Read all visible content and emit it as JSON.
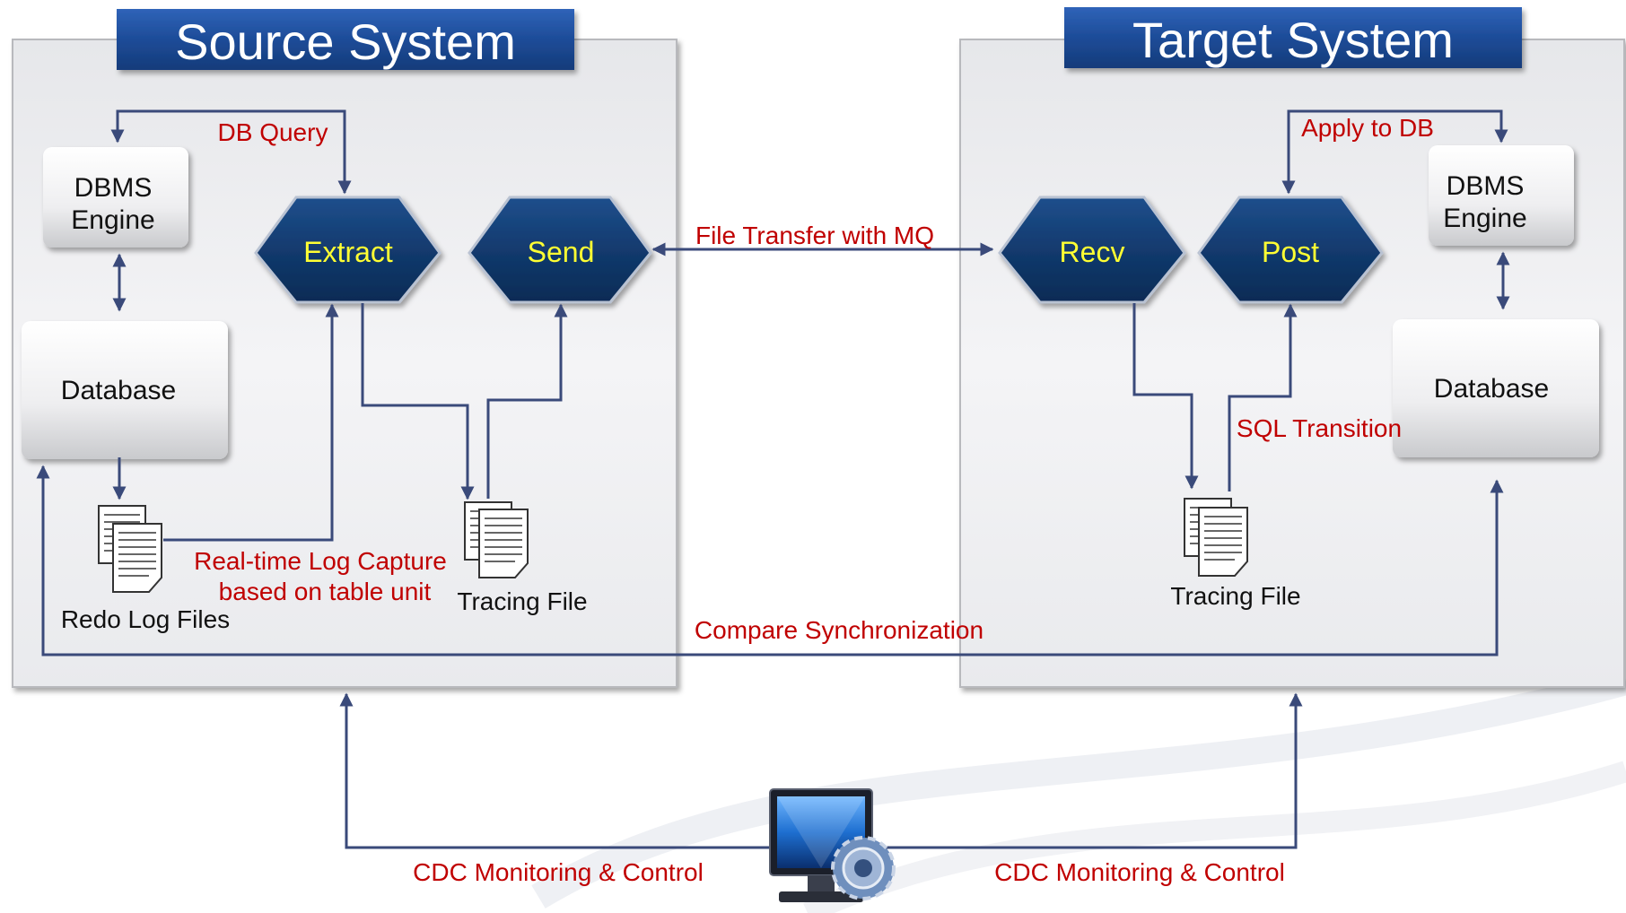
{
  "source_system": {
    "title": "Source System",
    "dbms_engine": [
      "DBMS",
      "Engine"
    ],
    "database": "Database",
    "extract": "Extract",
    "send": "Send",
    "redo_log_files": "Redo Log Files",
    "tracing_file": "Tracing File",
    "db_query": "DB Query",
    "log_capture": [
      "Real-time Log Capture",
      "based on table unit"
    ]
  },
  "target_system": {
    "title": "Target System",
    "dbms_engine": [
      "DBMS",
      "Engine"
    ],
    "database": "Database",
    "recv": "Recv",
    "post": "Post",
    "tracing_file": "Tracing File",
    "apply_to_db": "Apply to DB",
    "sql_transition": "SQL Transition"
  },
  "connections": {
    "file_transfer": "File Transfer with MQ",
    "compare_sync": "Compare  Synchronization",
    "cdc_left": "CDC Monitoring & Control",
    "cdc_right": "CDC Monitoring & Control"
  },
  "colors": {
    "title_bar": "#1f4e99",
    "hexagon": "#123a6e",
    "label_red": "#c00000",
    "connector": "#3a4a7a"
  },
  "icons": [
    "document-stack-icon",
    "monitor-icon",
    "gear-icon"
  ]
}
